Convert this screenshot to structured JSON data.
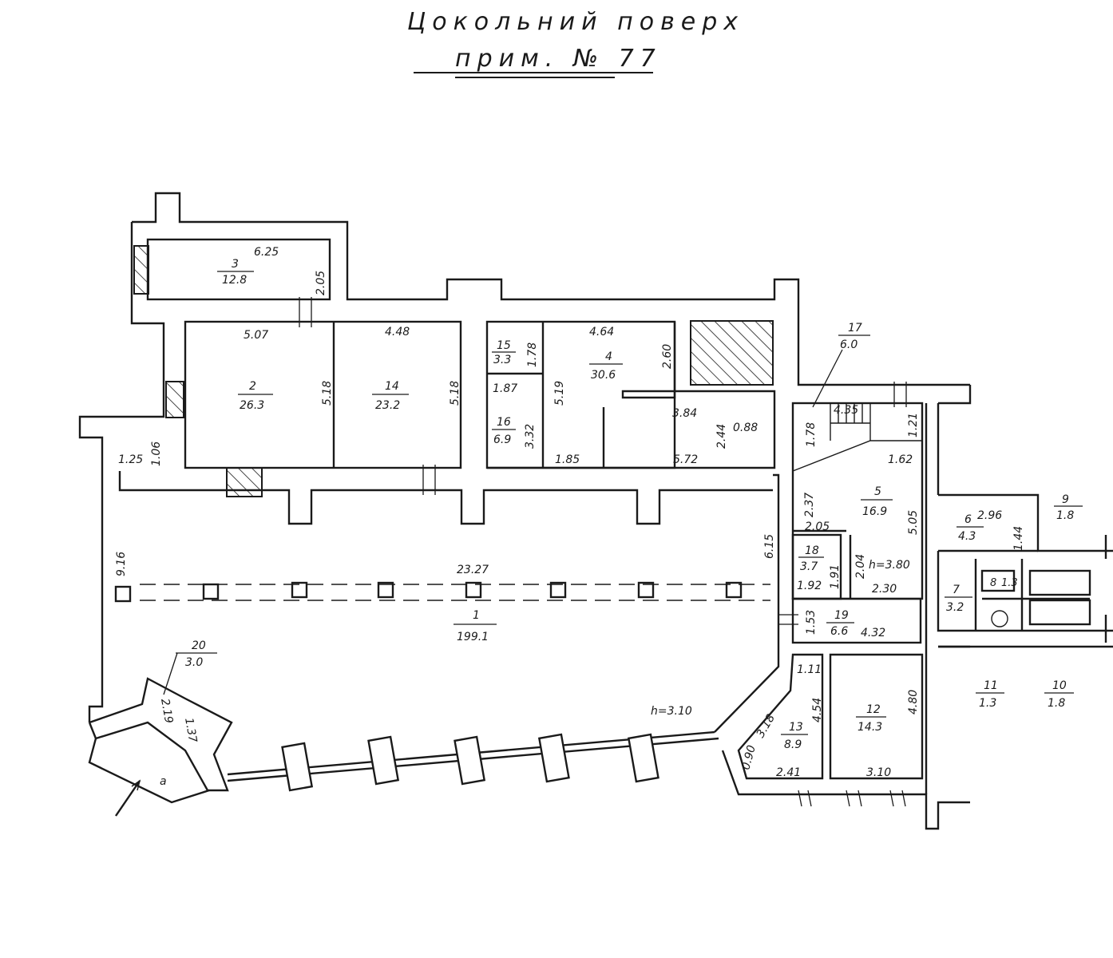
{
  "title": {
    "line1": "Цокольний поверх",
    "line2": "прим. № 77"
  },
  "rooms": [
    {
      "id": "r1",
      "number": "1",
      "area": "199.1"
    },
    {
      "id": "r2",
      "number": "2",
      "area": "26.3"
    },
    {
      "id": "r3",
      "number": "3",
      "area": "12.8"
    },
    {
      "id": "r4",
      "number": "4",
      "area": "30.6"
    },
    {
      "id": "r5",
      "number": "5",
      "area": "16.9"
    },
    {
      "id": "r6",
      "number": "6",
      "area": "4.3"
    },
    {
      "id": "r7",
      "number": "7",
      "area": "3.2"
    },
    {
      "id": "r8",
      "number": "8",
      "area": "1.3"
    },
    {
      "id": "r9",
      "number": "9",
      "area": "1.8"
    },
    {
      "id": "r10",
      "number": "10",
      "area": "1.8"
    },
    {
      "id": "r11",
      "number": "11",
      "area": "1.3"
    },
    {
      "id": "r12",
      "number": "12",
      "area": "14.3"
    },
    {
      "id": "r13",
      "number": "13",
      "area": "8.9"
    },
    {
      "id": "r14",
      "number": "14",
      "area": "23.2"
    },
    {
      "id": "r15",
      "number": "15",
      "area": "3.3"
    },
    {
      "id": "r16",
      "number": "16",
      "area": "6.9"
    },
    {
      "id": "r17",
      "number": "17",
      "area": "6.0"
    },
    {
      "id": "r18",
      "number": "18",
      "area": "3.7"
    },
    {
      "id": "r19",
      "number": "19",
      "area": "6.6"
    },
    {
      "id": "r20",
      "number": "20",
      "area": "3.0"
    }
  ],
  "dimensions": [
    "6.25",
    "2.05",
    "5.07",
    "4.48",
    "5.18",
    "5.18",
    "1.78",
    "4.64",
    "2.60",
    "1.87",
    "5.19",
    "3.32",
    "3.84",
    "2.44",
    "0.88",
    "1.85",
    "5.72",
    "1.25",
    "1.06",
    "9.16",
    "23.27",
    "6.15",
    "1.78",
    "4.35",
    "1.21",
    "1.62",
    "2.37",
    "5.05",
    "2.05",
    "2.04",
    "1.91",
    "1.92",
    "2.30",
    "2.96",
    "1.44",
    "1.53",
    "4.32",
    "1.11",
    "4.54",
    "4.80",
    "3.18",
    "0.90",
    "2.41",
    "3.10",
    "2.19",
    "1.37"
  ],
  "heights": [
    "h=3.80",
    "h=3.10"
  ],
  "marks": {
    "entrance": "a"
  }
}
